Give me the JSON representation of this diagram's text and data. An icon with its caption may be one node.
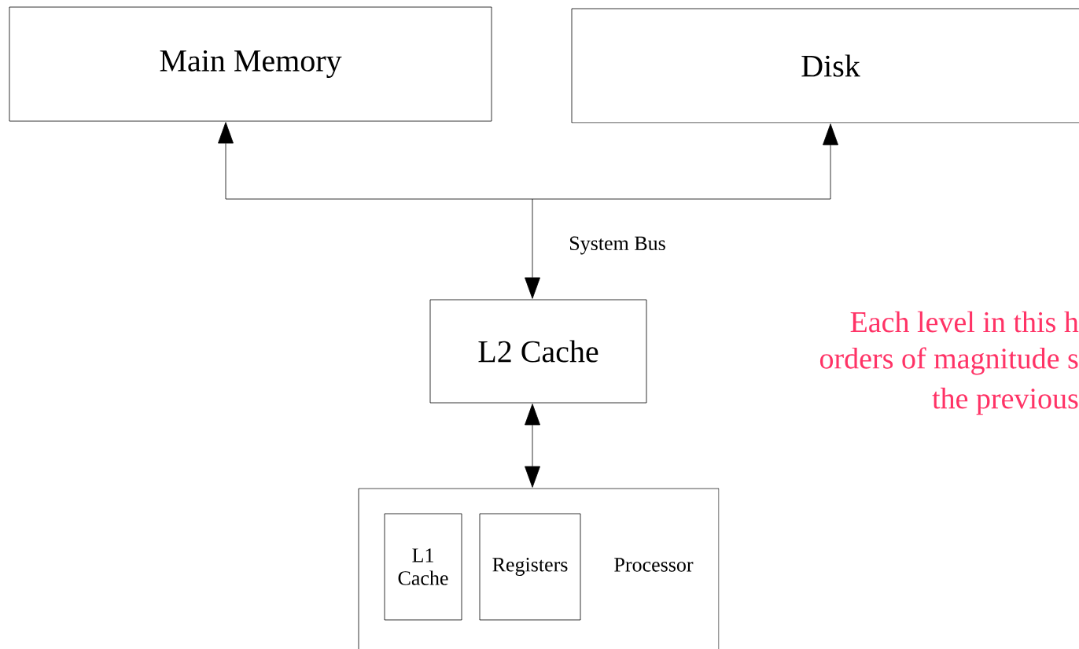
{
  "diagram": {
    "nodes": [
      {
        "text": [
          "Main Memory"
        ]
      },
      {
        "text": [
          "Disk"
        ]
      },
      {
        "text": [
          "L2 Cache"
        ]
      },
      {
        "text": [
          "Processor"
        ]
      },
      {
        "text": [
          "L1 Cache"
        ],
        "in": 3
      },
      {
        "text": [
          "Registers"
        ],
        "in": 3
      }
    ],
    "edges": [
      {
        "from": 2,
        "to": 0,
        "arrow": "both",
        "label": "System Bus"
      },
      {
        "from": 2,
        "to": 1,
        "arrow": "both"
      },
      {
        "from": 3,
        "to": 2,
        "arrow": "both"
      }
    ],
    "labels": [
      "Each level in this h",
      "orders of magnitude s",
      "the previous"
    ]
  }
}
